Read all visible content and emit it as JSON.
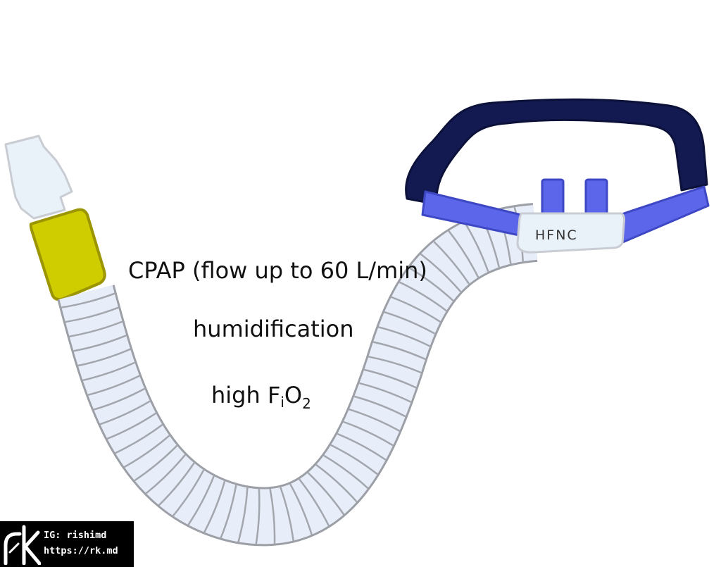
{
  "labels": {
    "line1": "CPAP (flow up to 60 L/min)",
    "line2": "humidification",
    "line3_prefix": "high F",
    "line3_sub_i": "i",
    "line3_mid": "O",
    "line3_sub_2": "2",
    "device": "HFNC"
  },
  "watermark": {
    "instagram": "IG: rishimd",
    "url": "https://rk.md",
    "logo_text": "rk"
  },
  "colors": {
    "strap_dark": "#131a52",
    "strap_blue": "#5b66ea",
    "tube_fill": "#e7eef9",
    "tube_stroke": "#9c9fa6",
    "connector_yellow": "#cfcc00",
    "connector_yellow_edge": "#9a9500",
    "end_piece": "#e9f1f9"
  }
}
